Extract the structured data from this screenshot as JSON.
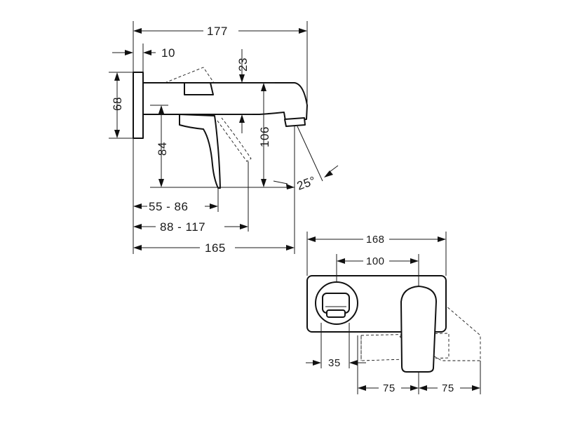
{
  "side_view": {
    "overall_length": "177",
    "plate_thickness": "10",
    "plate_height": "68",
    "spout_height": "23",
    "outlet_height": "106",
    "lever_drop": "84",
    "spray_angle": "25°",
    "lever_reach_range": "55 - 86",
    "lever_swing_range": "88 - 117",
    "projection": "165"
  },
  "front_view": {
    "plate_width": "168",
    "center_distance": "100",
    "outlet_offset": "35",
    "lever_swing_left": "75",
    "lever_swing_right": "75"
  }
}
